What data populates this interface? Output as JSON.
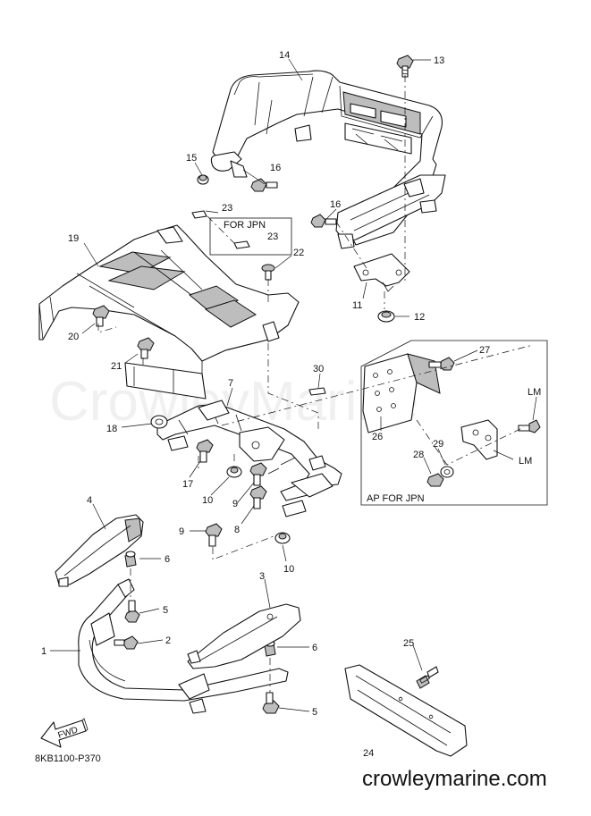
{
  "diagram": {
    "code": "8KB1100-P370",
    "watermark": "CrowleyMarine",
    "website": "crowleymarine.com",
    "fwd_label": "FWD",
    "jpn_box_label": "FOR JPN",
    "ap_box_label": "AP FOR JPN",
    "callouts": [
      {
        "id": "c14",
        "text": "14"
      },
      {
        "id": "c13",
        "text": "13"
      },
      {
        "id": "c15",
        "text": "15"
      },
      {
        "id": "c16a",
        "text": "16"
      },
      {
        "id": "c16b",
        "text": "16"
      },
      {
        "id": "c23a",
        "text": "23"
      },
      {
        "id": "c23b",
        "text": "23"
      },
      {
        "id": "c19",
        "text": "19"
      },
      {
        "id": "c22",
        "text": "22"
      },
      {
        "id": "c11",
        "text": "11"
      },
      {
        "id": "c12",
        "text": "12"
      },
      {
        "id": "c20",
        "text": "20"
      },
      {
        "id": "c21",
        "text": "21"
      },
      {
        "id": "c27",
        "text": "27"
      },
      {
        "id": "c30",
        "text": "30"
      },
      {
        "id": "c7",
        "text": "7"
      },
      {
        "id": "cLMa",
        "text": "LM"
      },
      {
        "id": "c18",
        "text": "18"
      },
      {
        "id": "c26",
        "text": "26"
      },
      {
        "id": "c29",
        "text": "29"
      },
      {
        "id": "c28",
        "text": "28"
      },
      {
        "id": "cLMb",
        "text": "LM"
      },
      {
        "id": "c17",
        "text": "17"
      },
      {
        "id": "c10a",
        "text": "10"
      },
      {
        "id": "c9a",
        "text": "9"
      },
      {
        "id": "c8",
        "text": "8"
      },
      {
        "id": "c4",
        "text": "4"
      },
      {
        "id": "c9b",
        "text": "9"
      },
      {
        "id": "c10b",
        "text": "10"
      },
      {
        "id": "c6a",
        "text": "6"
      },
      {
        "id": "c5a",
        "text": "5"
      },
      {
        "id": "c3",
        "text": "3"
      },
      {
        "id": "c2",
        "text": "2"
      },
      {
        "id": "c1",
        "text": "1"
      },
      {
        "id": "c6b",
        "text": "6"
      },
      {
        "id": "c25",
        "text": "25"
      },
      {
        "id": "c5b",
        "text": "5"
      },
      {
        "id": "c24",
        "text": "24"
      }
    ]
  }
}
